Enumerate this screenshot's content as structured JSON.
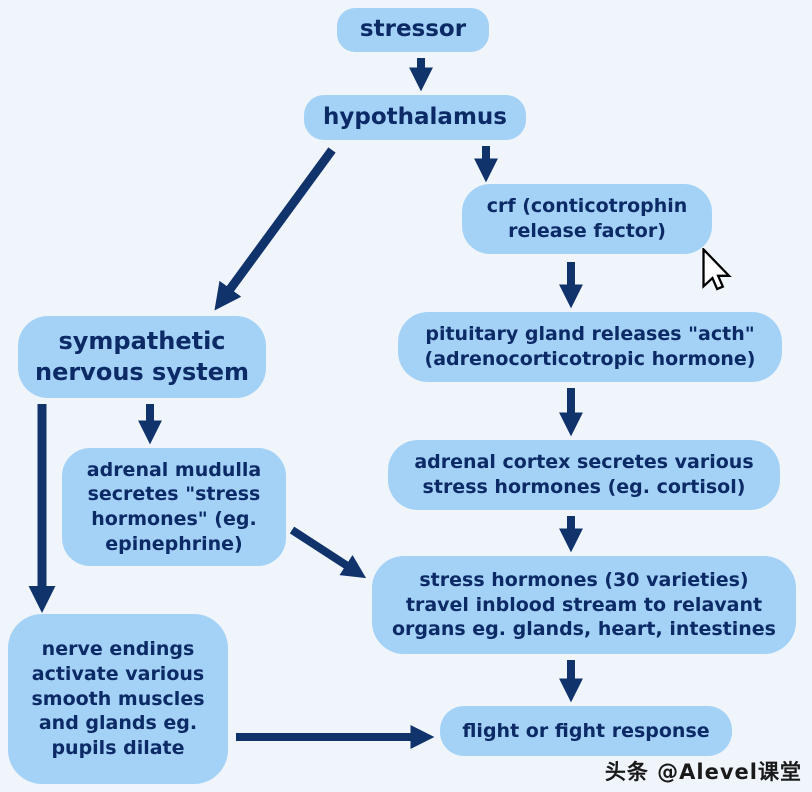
{
  "colors": {
    "node_fill": "#a4d2f7",
    "node_text": "#0c2a66",
    "arrow": "#10336b",
    "background": "#f0f5fb"
  },
  "nodes": {
    "stressor": "stressor",
    "hypothalamus": "hypothalamus",
    "crf": "crf (conticotrophin\nrelease factor)",
    "sympathetic": "sympathetic\nnervous system",
    "pituitary": "pituitary gland releases \"acth\"\n(adrenocorticotropic hormone)",
    "adrenal_medulla": "adrenal mudulla\nsecretes \"stress\nhormones\" (eg.\nepinephrine)",
    "adrenal_cortex": "adrenal cortex secretes various\nstress hormones (eg. cortisol)",
    "stress_hormones": "stress hormones (30 varieties)\ntravel inblood stream to relavant\norgans eg. glands, heart, intestines",
    "nerve_endings": "nerve endings\nactivate various\nsmooth muscles\nand glands eg.\npupils dilate",
    "flight_fight": "flight or fight response"
  },
  "edges": [
    {
      "from": "stressor",
      "to": "hypothalamus"
    },
    {
      "from": "hypothalamus",
      "to": "sympathetic"
    },
    {
      "from": "hypothalamus",
      "to": "crf"
    },
    {
      "from": "crf",
      "to": "pituitary"
    },
    {
      "from": "pituitary",
      "to": "adrenal_cortex"
    },
    {
      "from": "adrenal_cortex",
      "to": "stress_hormones"
    },
    {
      "from": "sympathetic",
      "to": "adrenal_medulla"
    },
    {
      "from": "sympathetic",
      "to": "nerve_endings"
    },
    {
      "from": "adrenal_medulla",
      "to": "stress_hormones"
    },
    {
      "from": "stress_hormones",
      "to": "flight_fight"
    },
    {
      "from": "nerve_endings",
      "to": "flight_fight"
    }
  ],
  "watermark": {
    "text": "头条 @Alevel课堂"
  }
}
